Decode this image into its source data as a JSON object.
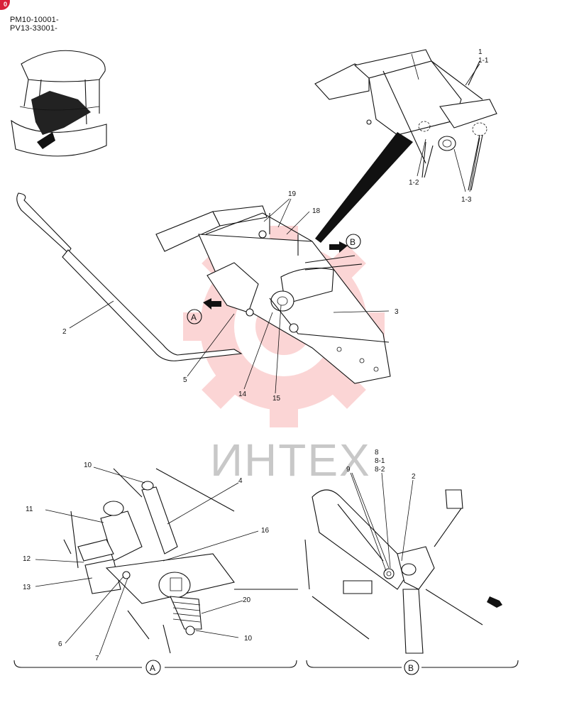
{
  "header": {
    "codes": [
      "PM10-10001-",
      "PV13-33001-"
    ],
    "badge": "0"
  },
  "watermark": {
    "text": "ИНТЕХ",
    "color": "#f26b6b"
  },
  "callouts": {
    "c1": "1",
    "c1_1": "1-1",
    "c1_2": "1-2",
    "c1_3": "1-3",
    "c2": "2",
    "c3": "3",
    "c5": "5",
    "c14": "14",
    "c15": "15",
    "c18": "18",
    "c19": "19",
    "a10_top": "10",
    "a4": "4",
    "a11": "11",
    "a16": "16",
    "a12": "12",
    "a13": "13",
    "a20": "20",
    "a6": "6",
    "a7": "7",
    "a10_bot": "10",
    "b8": "8",
    "b8_1": "8-1",
    "b8_2": "8-2",
    "b9": "9",
    "b2": "2"
  },
  "views": {
    "a": "A",
    "b": "B"
  }
}
